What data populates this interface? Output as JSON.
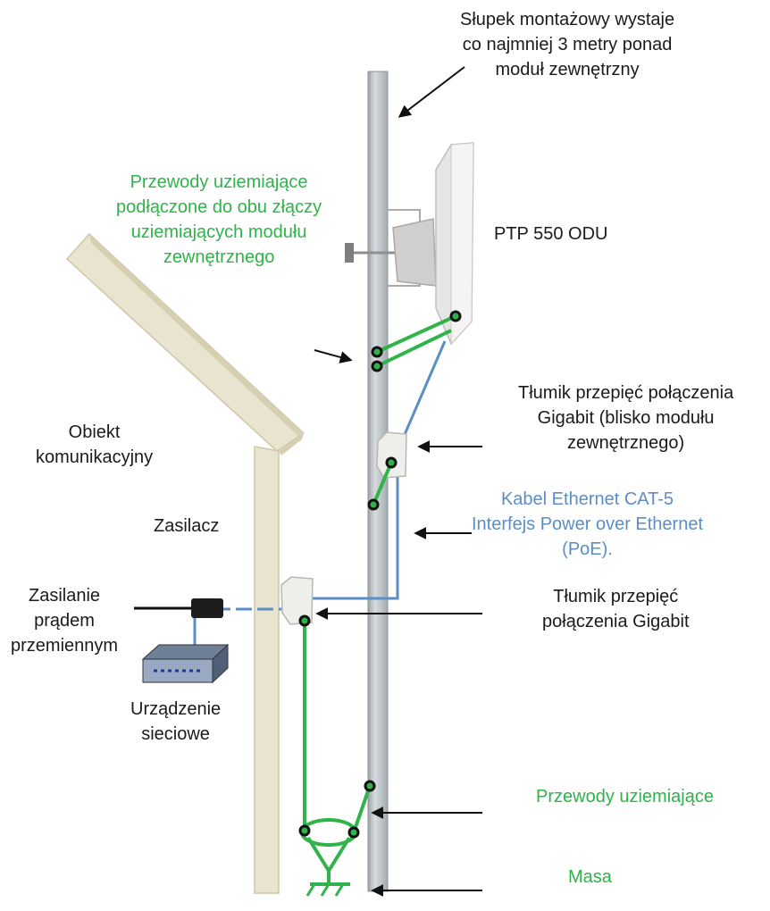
{
  "labels": {
    "mast": [
      "Słupek montażowy wystaje",
      "co najmniej 3 metry ponad",
      "moduł zewnętrzny"
    ],
    "ground_leads_odu": [
      "Przewody uziemiające",
      "podłączone do obu złączy",
      "uziemiających modułu",
      "zewnętrznego"
    ],
    "odu": "PTP 550 ODU",
    "surge_top": [
      "Tłumik przepięć połączenia",
      "Gigabit (blisko modułu",
      "zewnętrznego)"
    ],
    "building": [
      "Obiekt",
      "komunikacyjny"
    ],
    "ethernet": [
      "Kabel Ethernet CAT-5",
      "Interfejs Power over Ethernet",
      "(PoE)."
    ],
    "psu": "Zasilacz",
    "ac_power": [
      "Zasilanie",
      "prądem",
      "przemiennym"
    ],
    "surge_bottom": [
      "Tłumik przepięć",
      "połączenia Gigabit"
    ],
    "network_device": [
      "Urządzenie",
      "sieciowe"
    ],
    "ground_leads": "Przewody uziemiające",
    "ground": "Masa"
  },
  "colors": {
    "ground_wire": "#2fb34a",
    "ethernet_cable": "#5b8ec4",
    "building": "#e9e4cf",
    "mast": "#c3c9cd"
  },
  "icons": {
    "odu": "antenna-panel-icon",
    "surge": "surge-suppressor-icon",
    "psu": "power-supply-icon",
    "switch": "network-switch-icon",
    "ground": "earth-ground-icon"
  }
}
